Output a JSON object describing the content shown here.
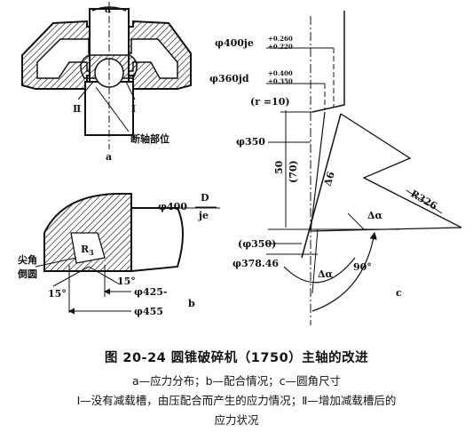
{
  "panel_a": {
    "label_I": "Ⅰ",
    "label_II": "Ⅱ",
    "label_a_top": "a",
    "label_a_bottom": "a",
    "broken_shaft_label": "断轴部位"
  },
  "panel_b": {
    "label_b": "b",
    "dim_phi400": "φ400",
    "fit_D": "D",
    "fit_je": "je",
    "r3": "R",
    "r3_sub": "3",
    "sharp_corner": "尖角",
    "round_corner": "倒圆",
    "angle_left": "15°",
    "angle_right": "15°",
    "dim_phi425": "φ425-",
    "dim_phi455": "φ455"
  },
  "panel_c": {
    "label_c": "c",
    "dim_phi400je": "φ400je",
    "tol_400_upper": "+0.260",
    "tol_400_lower": "+0.220",
    "dim_phi360jd": "φ360jd",
    "tol_360_upper": "+0.400",
    "tol_360_lower": "+0.350",
    "r10": "(r =10)",
    "dim_phi350": "φ350",
    "len_50": "50",
    "len_70": "(70)",
    "delta6": "Δ6",
    "r326": "R326",
    "delta_alpha_right": "Δα",
    "dim_phi350_paren": "(φ350)",
    "dim_phi378": "φ378.46",
    "delta_alpha_bottom": "Δα",
    "angle_90": "90°"
  },
  "caption": {
    "title": "图 20-24  圆锥破碎机（1750）主轴的改进",
    "line1": "a—应力分布；b—配合情况；c—圆角尺寸",
    "line2": "Ⅰ—没有减载槽，由压配合而产生的应力情况；Ⅱ—增加减载槽后的",
    "line3": "应力状况"
  }
}
